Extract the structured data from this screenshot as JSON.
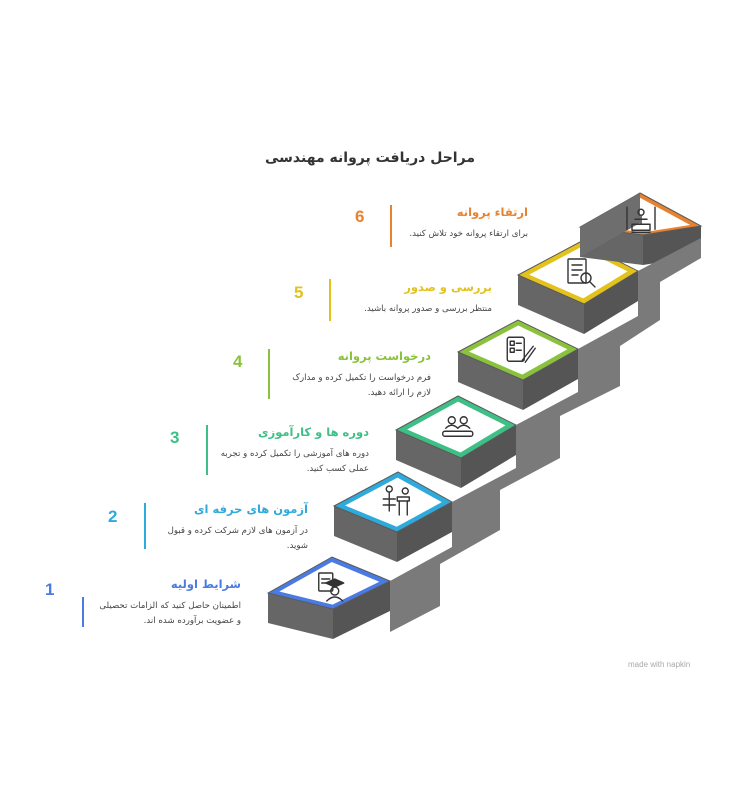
{
  "title": "مراحل دریافت پروانه مهندسی",
  "steps": [
    {
      "number": "1",
      "title": "شرایط اولیه",
      "description": "اطمینان حاصل کنید که الزامات تحصیلی و عضویت برآورده شده اند.",
      "color": "#4a7be3",
      "icon": "graduate-document-icon"
    },
    {
      "number": "2",
      "title": "آزمون های حرفه ای",
      "description": "در آزمون های لازم شرکت کرده و قبول شوید.",
      "color": "#2eaadc",
      "icon": "exam-desk-icon"
    },
    {
      "number": "3",
      "title": "دوره ها و کارآموزی",
      "description": "دوره های آموزشی را تکمیل کرده و تجربه عملی کسب کنید.",
      "color": "#3dbf86",
      "icon": "training-group-icon"
    },
    {
      "number": "4",
      "title": "درخواست پروانه",
      "description": "فرم درخواست را تکمیل کرده و مدارک لازم را ارائه دهید.",
      "color": "#8ac23e",
      "icon": "application-form-icon"
    },
    {
      "number": "5",
      "title": "بررسی و صدور",
      "description": "منتظر بررسی و صدور پروانه باشید.",
      "color": "#e3c21b",
      "icon": "document-search-icon"
    },
    {
      "number": "6",
      "title": "ارتقاء پروانه",
      "description": "برای ارتقاء پروانه خود تلاش کنید.",
      "color": "#e8822e",
      "icon": "promotion-podium-icon"
    }
  ],
  "watermark": "made with  napkin"
}
